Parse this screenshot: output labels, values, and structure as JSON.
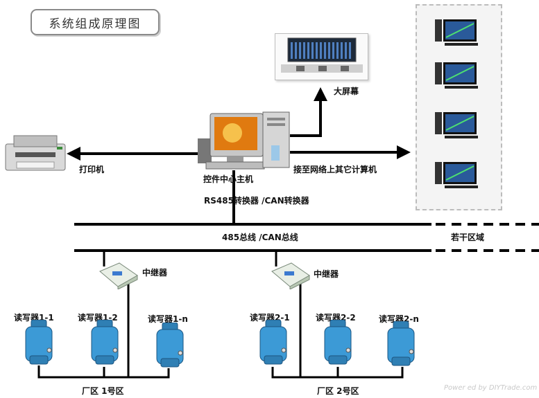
{
  "title": "系统组成原理图",
  "nodes": {
    "big_screen": "大屏幕",
    "printer": "打印机",
    "control_center": "控件中心主机",
    "other_computers": "接至网络上其它计算机",
    "converter": "RS485转换器 /CAN转换器",
    "bus": "485总线 /CAN总线",
    "other_areas": "若干区域",
    "repeater_1": "中继器",
    "repeater_2": "中继器",
    "readers_area1": [
      "读写器1-1",
      "读写器1-2",
      "读写器1-n"
    ],
    "readers_area2": [
      "读写器2-1",
      "读写器2-2",
      "读写器2-n"
    ],
    "area_1": "厂区 1号区",
    "area_2": "厂区 2号区"
  },
  "watermark": "Power ed by DIYTrade.com"
}
